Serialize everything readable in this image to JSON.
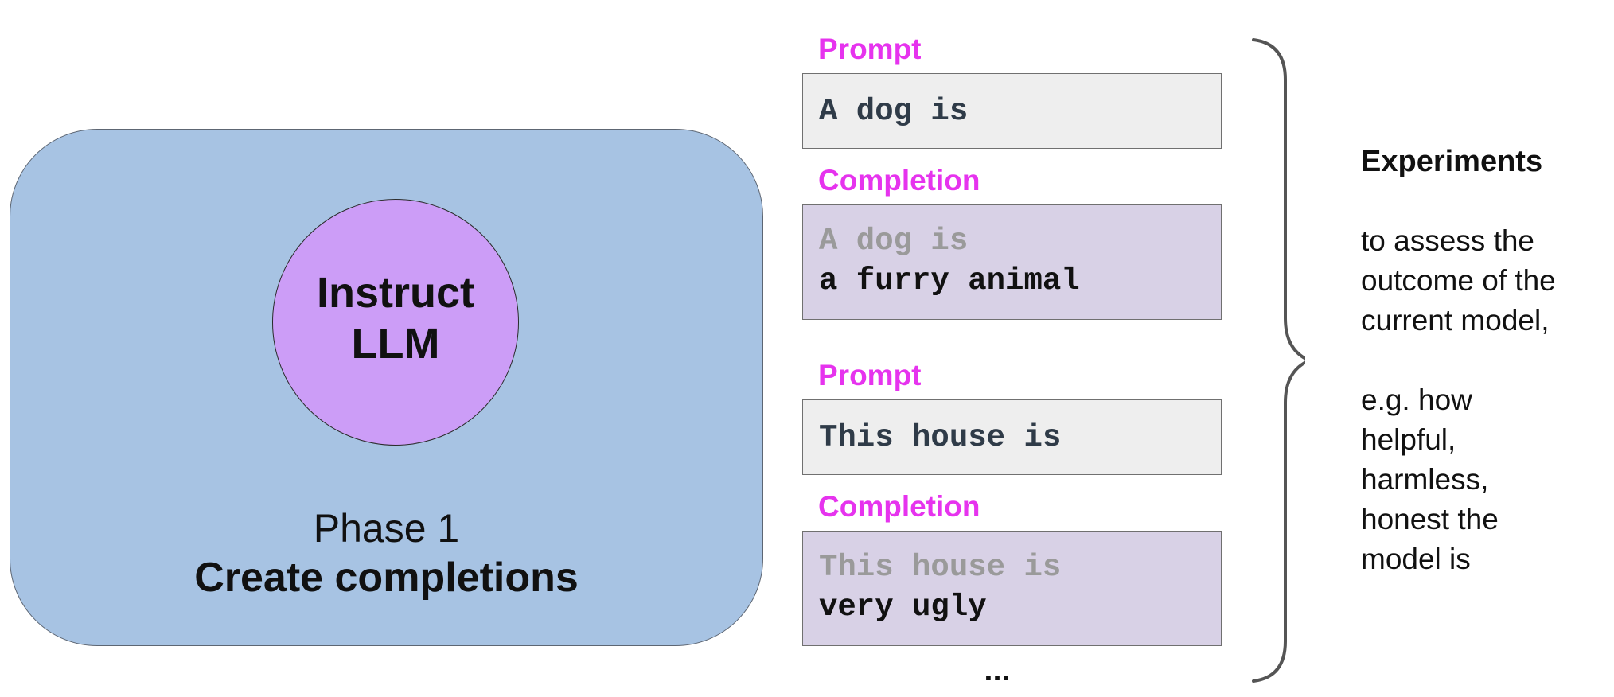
{
  "phase": {
    "model_line1": "Instruct",
    "model_line2": "LLM",
    "title": "Phase 1",
    "subtitle": "Create completions"
  },
  "pairs": [
    {
      "prompt_label": "Prompt",
      "prompt_text": "A dog is",
      "completion_label": "Completion",
      "completion_echo": "A dog is",
      "completion_text": "a furry animal"
    },
    {
      "prompt_label": "Prompt",
      "prompt_text": "This house is",
      "completion_label": "Completion",
      "completion_echo": "This house is",
      "completion_text": "very ugly"
    }
  ],
  "ellipsis": "...",
  "side": {
    "heading": "Experiments",
    "para1": [
      "to assess the",
      "outcome of the",
      "current model,"
    ],
    "para2": [
      "e.g. how",
      "helpful,",
      "harmless,",
      "honest the",
      "model is"
    ]
  },
  "colors": {
    "phase_box": "#a7c3e3",
    "llm_circle": "#cc9df7",
    "label_magenta": "#e633ee",
    "prompt_box": "#eeeeee",
    "completion_box": "#d8d1e6",
    "brace": "#555555"
  }
}
